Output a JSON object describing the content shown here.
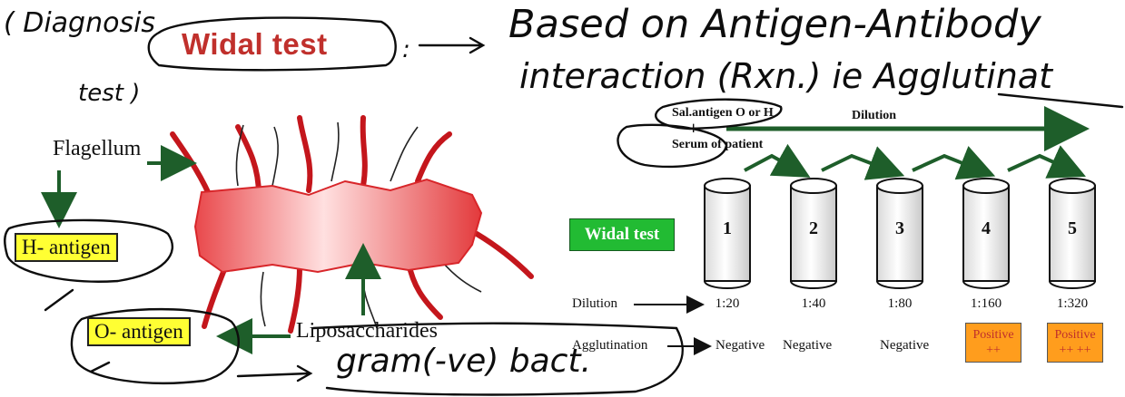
{
  "title": "Widal test",
  "bacterium": {
    "flagellum_label": "Flagellum",
    "h_antigen_label": "H- antigen",
    "o_antigen_label": "O- antigen",
    "lps_label": "Liposaccharides"
  },
  "procedure": {
    "antigen_label": "Sal.antigen O or H",
    "plus_sign": "+",
    "serum_label": "Serum of patient",
    "dilution_arrow_label": "Dilution",
    "widal_box_label": "Widal test",
    "dilution_row_label": "Dilution",
    "agglutination_row_label": "Agglutination",
    "tubes": [
      {
        "number": "1",
        "dilution": "1:20",
        "result": "Negative"
      },
      {
        "number": "2",
        "dilution": "1:40",
        "result": "Negative"
      },
      {
        "number": "3",
        "dilution": "1:80",
        "result": "Negative"
      },
      {
        "number": "4",
        "dilution": "1:160",
        "result": "Positive",
        "strength": "++"
      },
      {
        "number": "5",
        "dilution": "1:320",
        "result": "Positive",
        "strength": "++ ++"
      }
    ]
  },
  "handwriting": {
    "diagnosis": "( Diagnosis",
    "test_word": "test )",
    "colon_dot": ":",
    "line1": "Based on Antigen-Antibody",
    "line2": "interaction (Rxn.) ie Agglutinat",
    "gram": "gram(-ve) bact."
  },
  "colors": {
    "title": "#c0302c",
    "arrow": "#1e5e2a",
    "yellow_box": "#ffff33",
    "green_box": "#22bb33",
    "positive_box": "#ff9d1d",
    "flagella": "#c4161c"
  }
}
